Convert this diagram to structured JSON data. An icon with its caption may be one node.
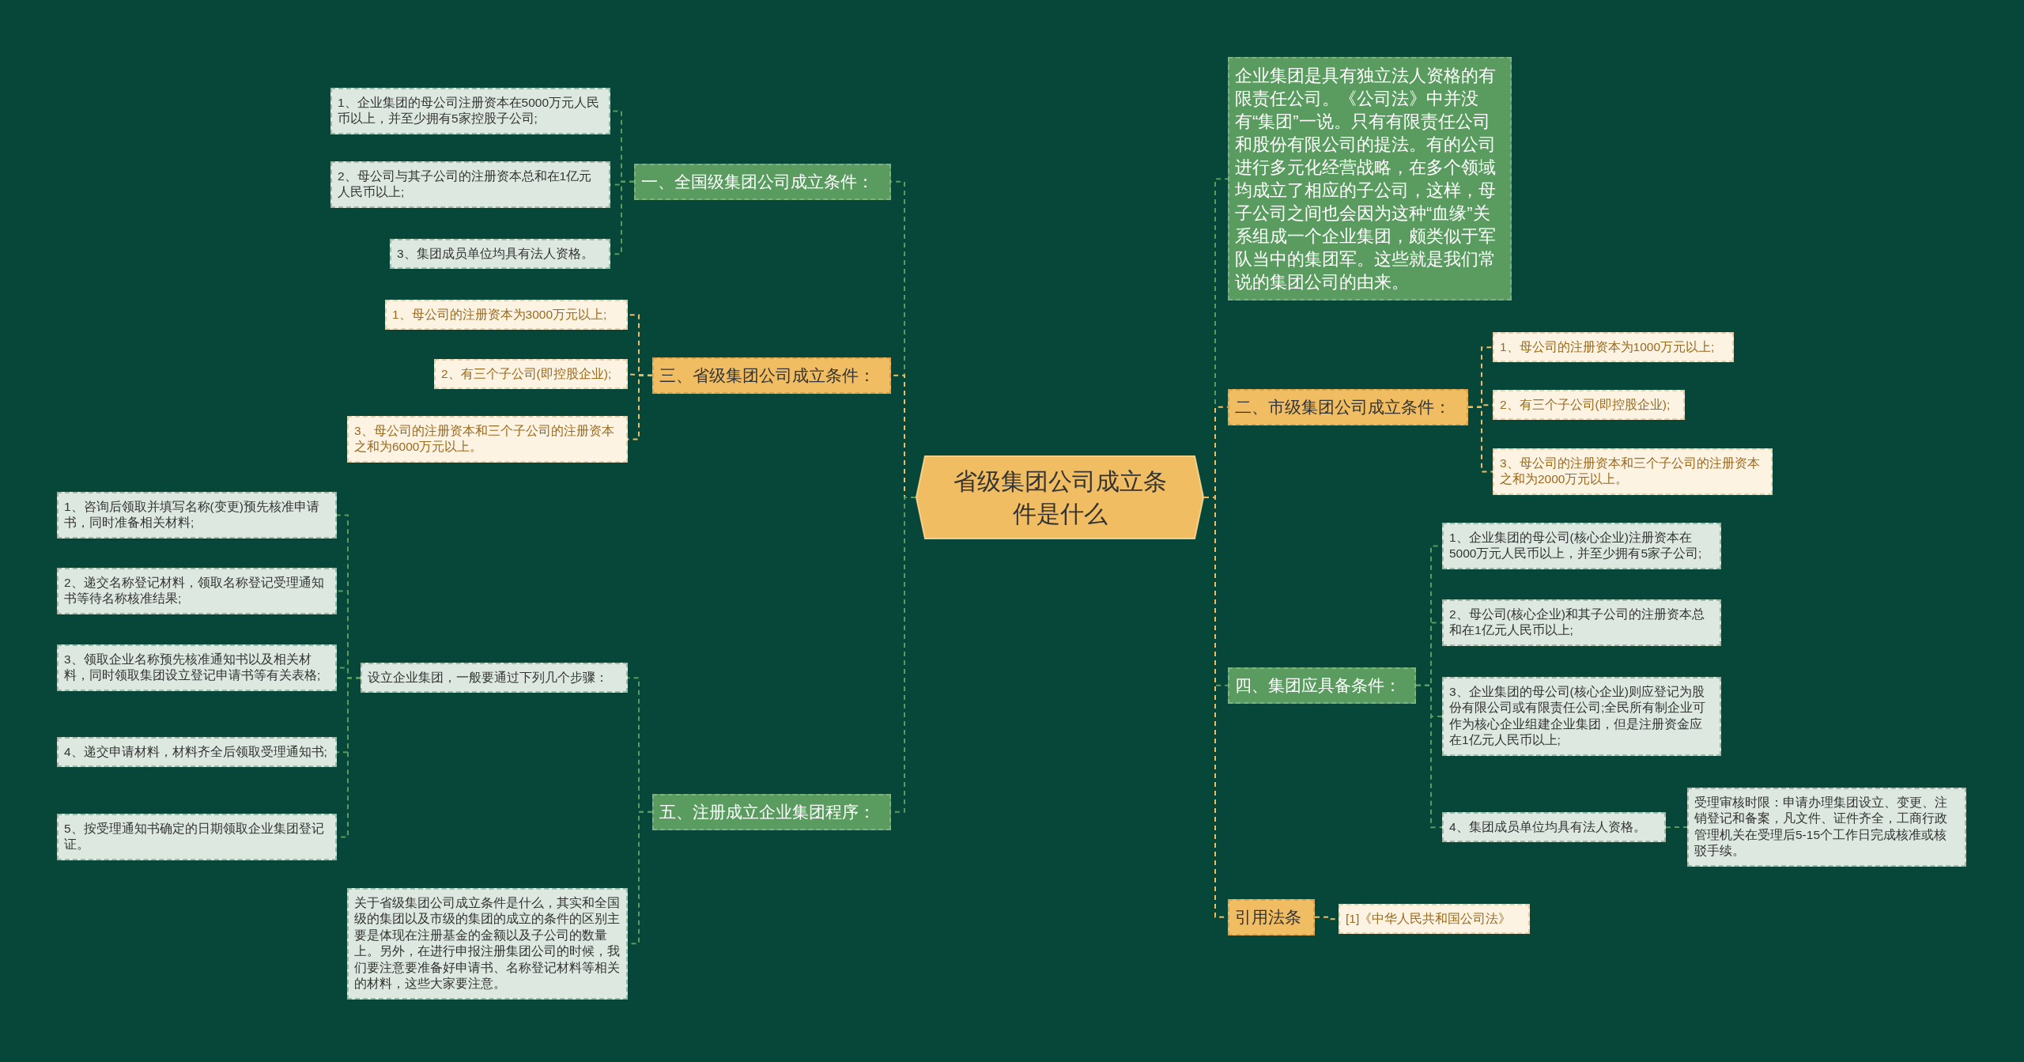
{
  "diagram": {
    "nodes": [
      {
        "text": [
          "省级集团公司成立条件是什么"
        ]
      },
      {
        "text": [
          "一、全国级集团公司成立条件："
        ]
      },
      {
        "text": [
          "1、企业集团的母公司注册资本在5000万元人民币以上，并至少拥有5家控股子公司;"
        ]
      },
      {
        "text": [
          "2、母公司与其子公司的注册资本总和在1亿元人民币以上;"
        ]
      },
      {
        "text": [
          "3、集团成员单位均具有法人资格。"
        ]
      },
      {
        "text": [
          "三、省级集团公司成立条件："
        ]
      },
      {
        "text": [
          "1、母公司的注册资本为3000万元以上;"
        ]
      },
      {
        "text": [
          "2、有三个子公司(即控股企业);"
        ]
      },
      {
        "text": [
          "3、母公司的注册资本和三个子公司的注册资本之和为6000万元以上。"
        ]
      },
      {
        "text": [
          "五、注册成立企业集团程序："
        ]
      },
      {
        "text": [
          "设立企业集团，一般要通过下列几个步骤："
        ]
      },
      {
        "text": [
          "1、咨询后领取并填写名称(变更)预先核准申请书，同时准备相关材料;"
        ]
      },
      {
        "text": [
          "2、递交名称登记材料，领取名称登记受理通知书等待名称核准结果;"
        ]
      },
      {
        "text": [
          "3、领取企业名称预先核准通知书以及相关材料，同时领取集团设立登记申请书等有关表格;"
        ]
      },
      {
        "text": [
          "4、递交申请材料，材料齐全后领取受理通知书;"
        ]
      },
      {
        "text": [
          "5、按受理通知书确定的日期领取企业集团登记证。"
        ]
      },
      {
        "text": [
          "关于省级集团公司成立条件是什么，其实和全国级的集团以及市级的集团的成立的条件的区别主要是体现在注册基金的金额以及子公司的数量上。另外，在进行申报注册集团公司的时候，我们要注意要准备好申请书、名称登记材料等相关的材料，这些大家要注意。"
        ]
      },
      {
        "text": [
          "企业集团是具有独立法人资格的有限责任公司。《公司法》中并没有“集团”一说。只有有限责任公司和股份有限公司的提法。有的公司进行多元化经营战略，在多个领域均成立了相应的子公司，这样，母子公司之间也会因为这种“血缘”关系组成一个企业集团，颇类似于军队当中的集团军。这些就是我们常说的集团公司的由来。"
        ]
      },
      {
        "text": [
          "二、市级集团公司成立条件："
        ]
      },
      {
        "text": [
          "1、母公司的注册资本为1000万元以上;"
        ]
      },
      {
        "text": [
          "2、有三个子公司(即控股企业);"
        ]
      },
      {
        "text": [
          "3、母公司的注册资本和三个子公司的注册资本之和为2000万元以上。"
        ]
      },
      {
        "text": [
          "四、集团应具备条件："
        ]
      },
      {
        "text": [
          "1、企业集团的母公司(核心企业)注册资本在5000万元人民币以上，并至少拥有5家子公司;"
        ]
      },
      {
        "text": [
          "2、母公司(核心企业)和其子公司的注册资本总和在1亿元人民币以上;"
        ]
      },
      {
        "text": [
          "3、企业集团的母公司(核心企业)则应登记为股份有限公司或有限责任公司;全民所有制企业可作为核心企业组建企业集团，但是注册资金应在1亿元人民币以上;"
        ]
      },
      {
        "text": [
          "4、集团成员单位均具有法人资格。"
        ]
      },
      {
        "text": [
          "受理审核时限：申请办理集团设立、变更、注销登记和备案，凡文件、证件齐全，工商行政管理机关在受理后5-15个工作日完成核准或核驳手续。"
        ]
      },
      {
        "text": [
          "引用法条"
        ]
      },
      {
        "text": [
          "[1]《中华人民共和国公司法》"
        ]
      }
    ],
    "edges": [
      {
        "from": 0,
        "to": 1,
        "arrow": "none",
        "style": "dashed"
      },
      {
        "from": 0,
        "to": 5,
        "arrow": "none",
        "style": "dashed",
        "color": "#f0bd63"
      },
      {
        "from": 0,
        "to": 9,
        "arrow": "none",
        "style": "dashed"
      },
      {
        "from": 0,
        "to": 17,
        "arrow": "none",
        "style": "dashed"
      },
      {
        "from": 0,
        "to": 18,
        "arrow": "none",
        "style": "dashed",
        "color": "#f0bd63"
      },
      {
        "from": 0,
        "to": 22,
        "arrow": "none",
        "style": "dashed"
      },
      {
        "from": 0,
        "to": 28,
        "arrow": "none",
        "style": "dashed",
        "color": "#f0bd63"
      },
      {
        "from": 1,
        "to": 2,
        "arrow": "none",
        "style": "dashed"
      },
      {
        "from": 1,
        "to": 3,
        "arrow": "none",
        "style": "dashed"
      },
      {
        "from": 1,
        "to": 4,
        "arrow": "none",
        "style": "dashed"
      },
      {
        "from": 5,
        "to": 6,
        "arrow": "none",
        "style": "dashed",
        "color": "#f0bd63"
      },
      {
        "from": 5,
        "to": 7,
        "arrow": "none",
        "style": "dashed",
        "color": "#f0bd63"
      },
      {
        "from": 5,
        "to": 8,
        "arrow": "none",
        "style": "dashed",
        "color": "#f0bd63"
      },
      {
        "from": 9,
        "to": 10,
        "arrow": "none",
        "style": "dashed"
      },
      {
        "from": 9,
        "to": 16,
        "arrow": "none",
        "style": "dashed"
      },
      {
        "from": 10,
        "to": 11,
        "arrow": "none",
        "style": "dashed"
      },
      {
        "from": 10,
        "to": 12,
        "arrow": "none",
        "style": "dashed"
      },
      {
        "from": 10,
        "to": 13,
        "arrow": "none",
        "style": "dashed"
      },
      {
        "from": 10,
        "to": 14,
        "arrow": "none",
        "style": "dashed"
      },
      {
        "from": 10,
        "to": 15,
        "arrow": "none",
        "style": "dashed"
      },
      {
        "from": 18,
        "to": 19,
        "arrow": "none",
        "style": "dashed",
        "color": "#f0bd63"
      },
      {
        "from": 18,
        "to": 20,
        "arrow": "none",
        "style": "dashed",
        "color": "#f0bd63"
      },
      {
        "from": 18,
        "to": 21,
        "arrow": "none",
        "style": "dashed",
        "color": "#f0bd63"
      },
      {
        "from": 22,
        "to": 23,
        "arrow": "none",
        "style": "dashed"
      },
      {
        "from": 22,
        "to": 24,
        "arrow": "none",
        "style": "dashed"
      },
      {
        "from": 22,
        "to": 25,
        "arrow": "none",
        "style": "dashed"
      },
      {
        "from": 22,
        "to": 26,
        "arrow": "none",
        "style": "dashed"
      },
      {
        "from": 26,
        "to": 27,
        "arrow": "none",
        "style": "dashed"
      },
      {
        "from": 28,
        "to": 29,
        "arrow": "none",
        "style": "dashed",
        "color": "#f0bd63"
      }
    ]
  }
}
